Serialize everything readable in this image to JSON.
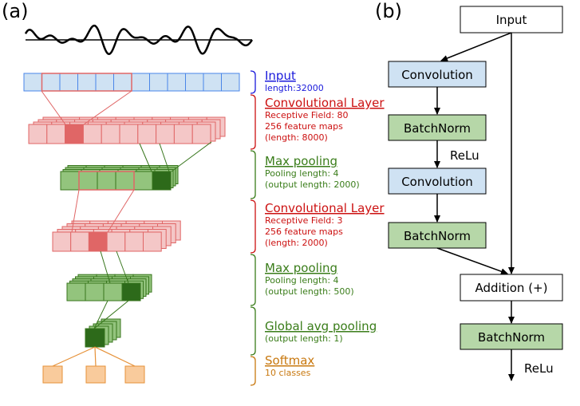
{
  "panel_a": {
    "label": "(a)",
    "sections": [
      {
        "title": "Input",
        "lines": [
          "length:32000"
        ],
        "color": "#1a1adb"
      },
      {
        "title": "Convolutional Layer",
        "lines": [
          "Receptive Field: 80",
          "256 feature maps",
          "(length: 8000)"
        ],
        "color": "#cc1111"
      },
      {
        "title": "Max pooling",
        "lines": [
          "Pooling length: 4",
          "(output length: 2000)"
        ],
        "color": "#3a7d1a"
      },
      {
        "title": "Convolutional Layer",
        "lines": [
          "Receptive Field: 3",
          "256 feature maps",
          "(length: 2000)"
        ],
        "color": "#cc1111"
      },
      {
        "title": "Max pooling",
        "lines": [
          "Pooling length: 4",
          "(output length: 500)"
        ],
        "color": "#3a7d1a"
      },
      {
        "title": "Global avg pooling",
        "lines": [
          "(output length: 1)"
        ],
        "color": "#3a7d1a"
      },
      {
        "title": "Softmax",
        "lines": [
          "10 classes"
        ],
        "color": "#c8780f"
      }
    ]
  },
  "panel_b": {
    "label": "(b)",
    "nodes": {
      "input": "Input",
      "conv1": "Convolution",
      "bn1": "BatchNorm",
      "relu1": "ReLu",
      "conv2": "Convolution",
      "bn2": "BatchNorm",
      "addition": "Addition (+)",
      "bn3": "BatchNorm",
      "relu2": "ReLu"
    }
  },
  "colors": {
    "input_fill": "#cfe2f3",
    "input_stroke": "#4a86e8",
    "conv_fill": "#f4c7c7",
    "conv_stroke": "#e06666",
    "conv_dark": "#e06666",
    "pool_fill": "#93c47d",
    "pool_stroke": "#38761d",
    "pool_dark": "#2d6a1a",
    "softmax_fill": "#f9cb9c",
    "softmax_stroke": "#e69138",
    "block_blue": "#cfe2f3",
    "block_green": "#b6d7a8"
  }
}
